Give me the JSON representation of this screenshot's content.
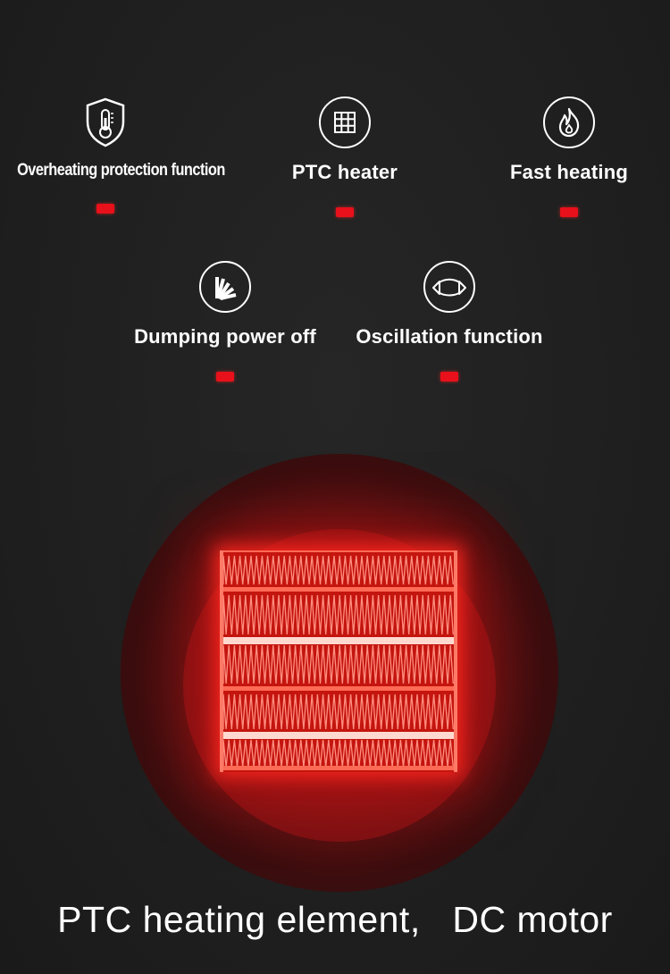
{
  "features": [
    {
      "label": "Overheating protection function",
      "icon": "thermometer-shield-icon"
    },
    {
      "label": "PTC heater",
      "icon": "grid-icon"
    },
    {
      "label": "Fast heating",
      "icon": "flame-icon"
    },
    {
      "label": "Dumping power off",
      "icon": "fan-burst-icon"
    },
    {
      "label": "Oscillation function",
      "icon": "oscillation-arrows-icon"
    }
  ],
  "caption": "PTC heating element,   DC motor",
  "colors": {
    "background": "#1e1e1e",
    "indicator": "#e8101a",
    "glow": "#9b1416"
  }
}
